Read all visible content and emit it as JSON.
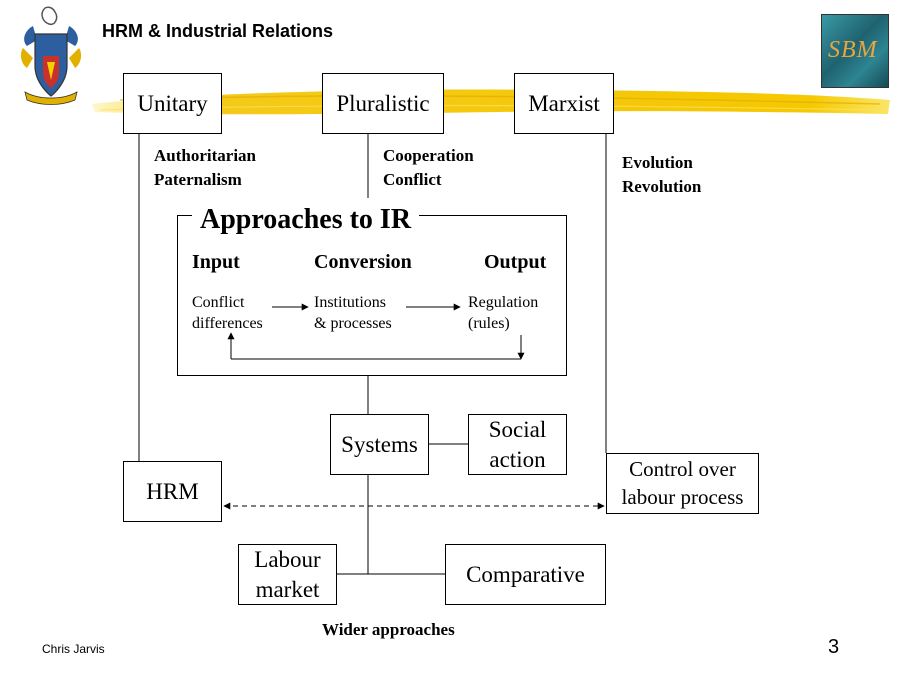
{
  "header": {
    "title": "HRM & Industrial Relations"
  },
  "theories": {
    "unitary": "Unitary",
    "pluralistic": "Pluralistic",
    "marxist": "Marxist"
  },
  "notes": {
    "unitary_line1": "Authoritarian",
    "unitary_line2": "Paternalism",
    "pluralistic_line1": "Cooperation",
    "pluralistic_line2": "Conflict",
    "marxist_line1": "Evolution",
    "marxist_line2": "Revolution"
  },
  "approaches": {
    "title": "Approaches to IR",
    "input_label": "Input",
    "conversion_label": "Conversion",
    "output_label": "Output",
    "input_line1": "Conflict",
    "input_line2": "differences",
    "conversion_line1": "Institutions",
    "conversion_line2": "& processes",
    "output_line1": "Regulation",
    "output_line2": "(rules)"
  },
  "boxes": {
    "systems": "Systems",
    "social_line1": "Social",
    "social_line2": "action",
    "hrm": "HRM",
    "control_line1": "Control over",
    "control_line2": "labour process",
    "labour_line1": "Labour",
    "labour_line2": "market",
    "comparative": "Comparative"
  },
  "footer": {
    "wider": "Wider approaches",
    "author": "Chris Jarvis",
    "page": "3"
  },
  "logos": {
    "crest_icon": "crest-icon",
    "sbm_text": "SBM"
  },
  "colors": {
    "brush_stroke": "#f2c400",
    "sbm_bg": "#2e7c8a"
  }
}
